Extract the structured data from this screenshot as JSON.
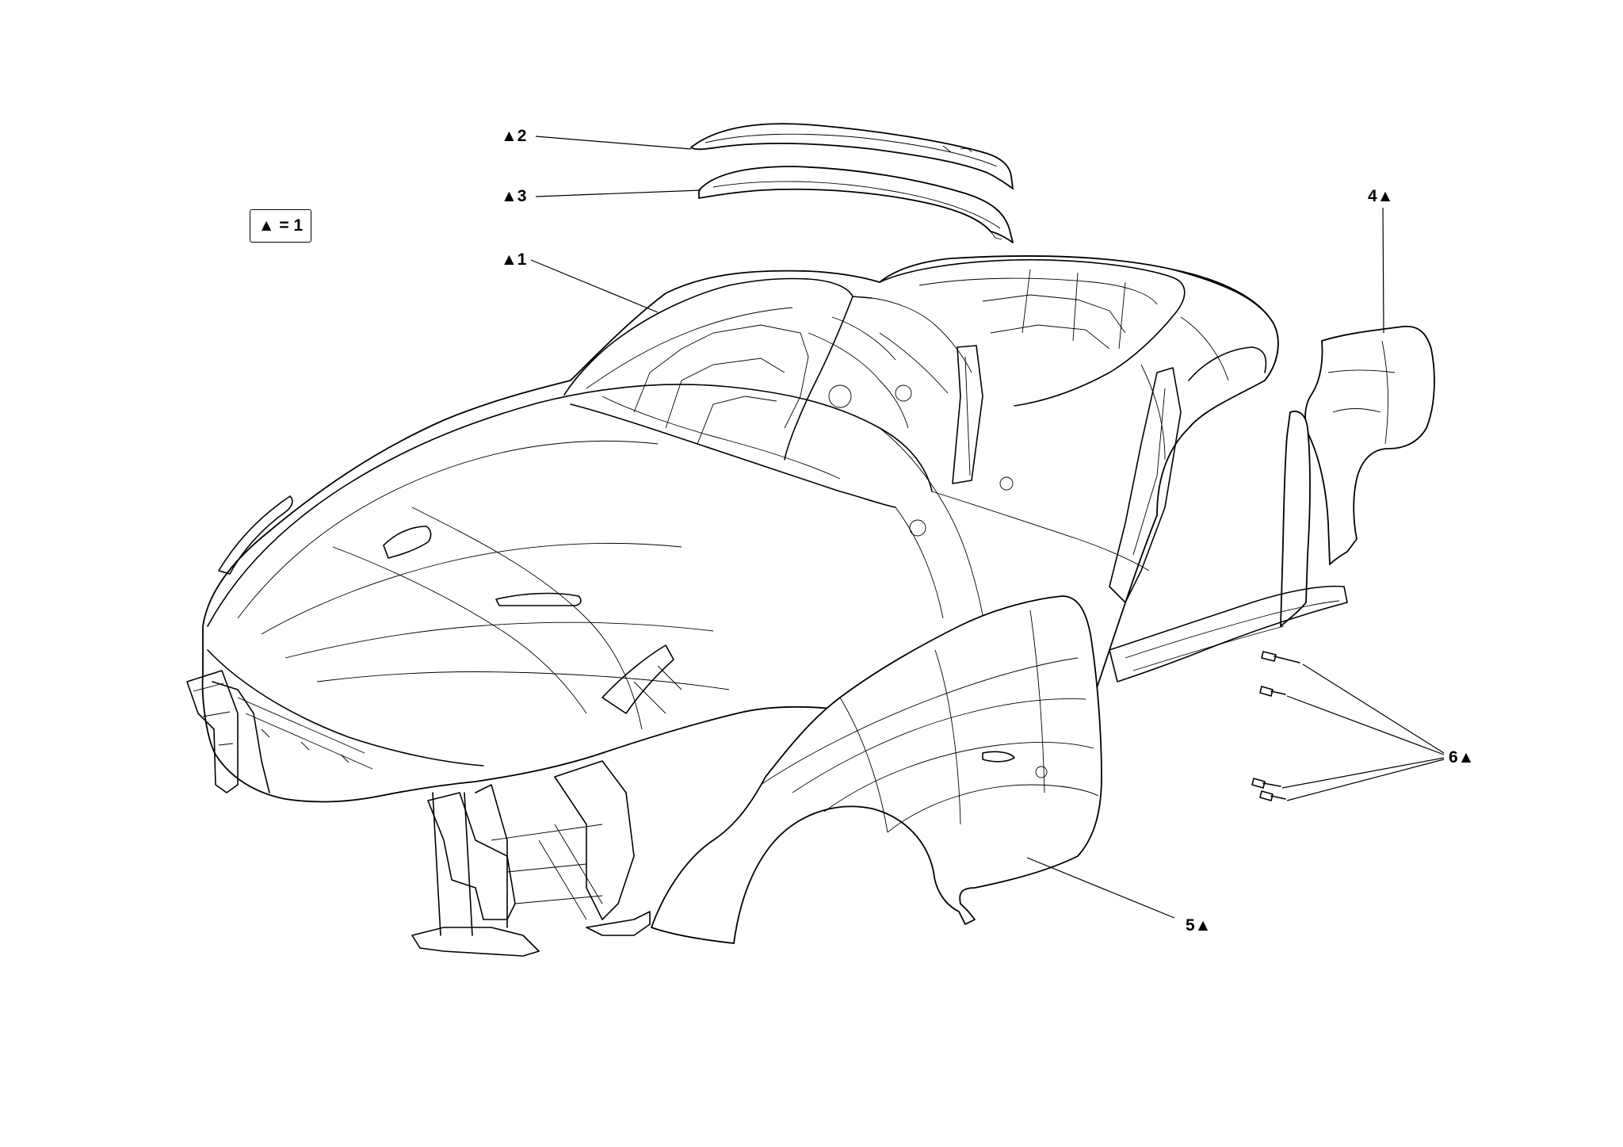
{
  "legend": {
    "text": "▲ = 1"
  },
  "callouts": [
    {
      "id": "1",
      "text": "▲1"
    },
    {
      "id": "2",
      "text": "▲2"
    },
    {
      "id": "3",
      "text": "▲3"
    },
    {
      "id": "4",
      "text": "4▲"
    },
    {
      "id": "5",
      "text": "5▲"
    },
    {
      "id": "6",
      "text": "6▲"
    }
  ]
}
